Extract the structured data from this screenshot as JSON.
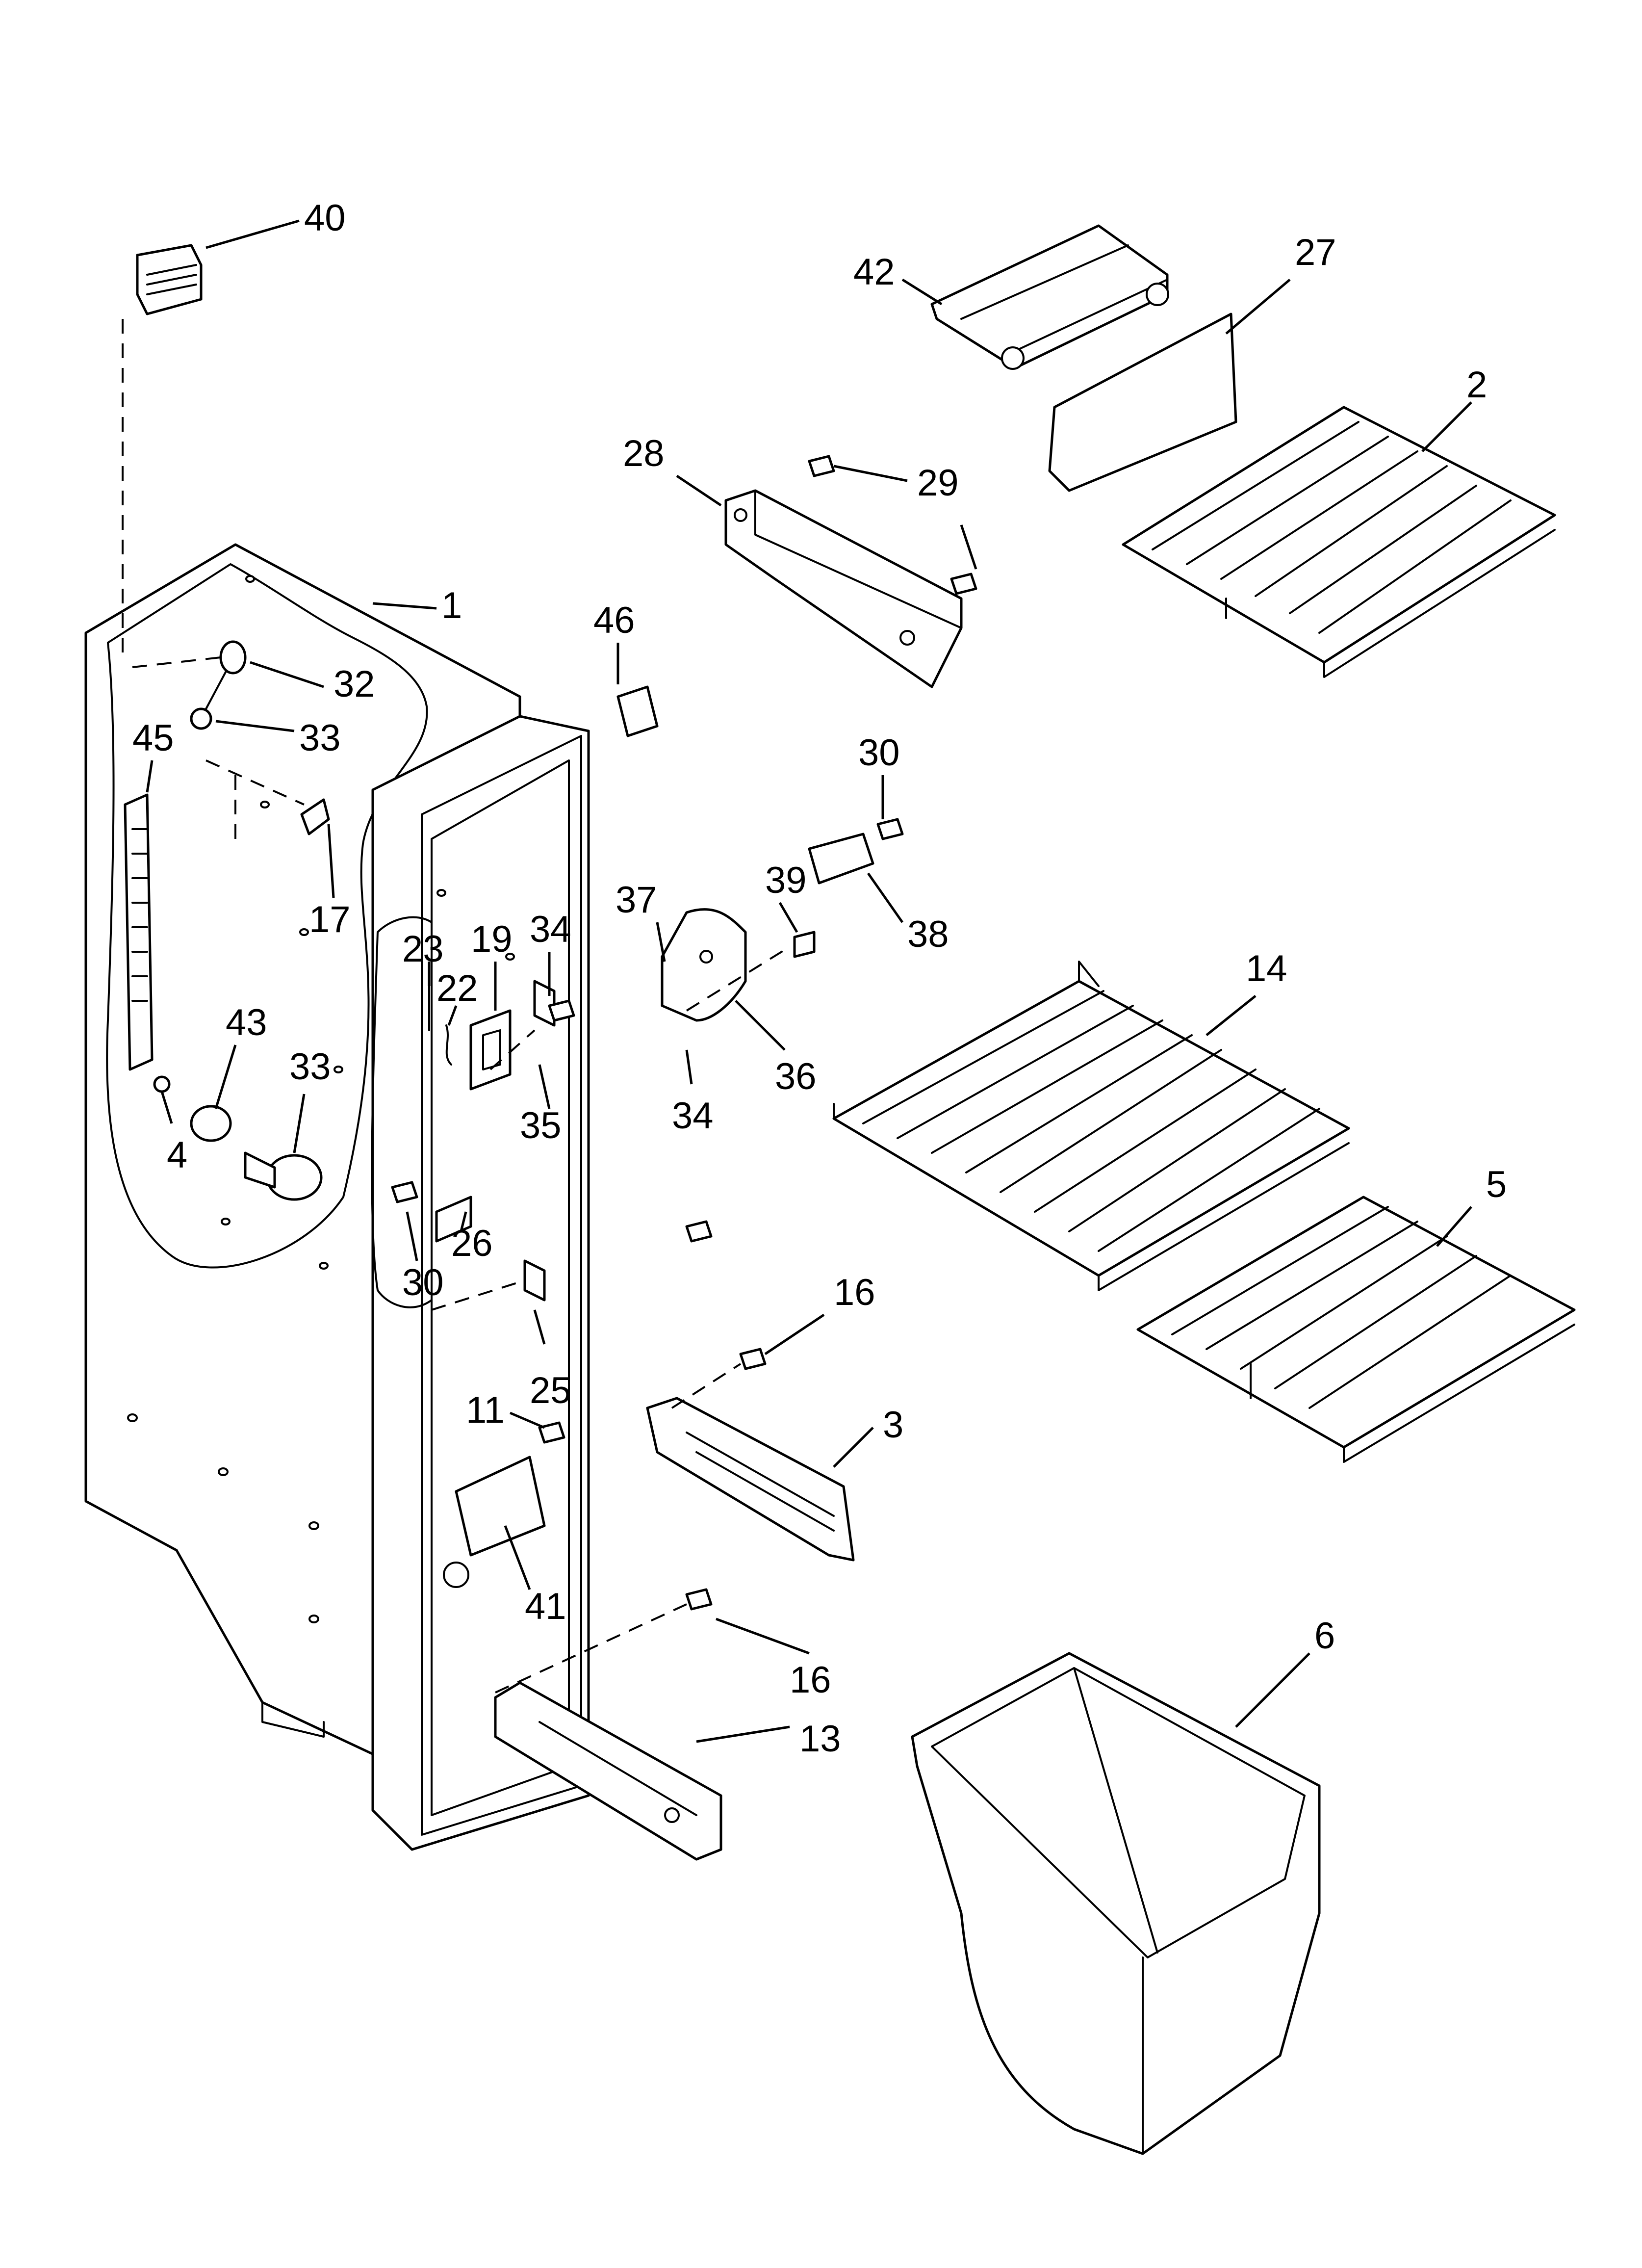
{
  "callouts": [
    {
      "id": "c40",
      "label": "40"
    },
    {
      "id": "c42",
      "label": "42"
    },
    {
      "id": "c27",
      "label": "27"
    },
    {
      "id": "c2",
      "label": "2"
    },
    {
      "id": "c28",
      "label": "28"
    },
    {
      "id": "c29",
      "label": "29"
    },
    {
      "id": "c1",
      "label": "1"
    },
    {
      "id": "c46",
      "label": "46"
    },
    {
      "id": "c32",
      "label": "32"
    },
    {
      "id": "c33a",
      "label": "33"
    },
    {
      "id": "c45",
      "label": "45"
    },
    {
      "id": "c30a",
      "label": "30"
    },
    {
      "id": "c17",
      "label": "17"
    },
    {
      "id": "c19",
      "label": "19"
    },
    {
      "id": "c34a",
      "label": "34"
    },
    {
      "id": "c23",
      "label": "23"
    },
    {
      "id": "c22",
      "label": "22"
    },
    {
      "id": "c37",
      "label": "37"
    },
    {
      "id": "c39",
      "label": "39"
    },
    {
      "id": "c38",
      "label": "38"
    },
    {
      "id": "c14",
      "label": "14"
    },
    {
      "id": "c43",
      "label": "43"
    },
    {
      "id": "c33b",
      "label": "33"
    },
    {
      "id": "c36",
      "label": "36"
    },
    {
      "id": "c34b",
      "label": "34"
    },
    {
      "id": "c35",
      "label": "35"
    },
    {
      "id": "c4",
      "label": "4"
    },
    {
      "id": "c5",
      "label": "5"
    },
    {
      "id": "c26",
      "label": "26"
    },
    {
      "id": "c30b",
      "label": "30"
    },
    {
      "id": "c16a",
      "label": "16"
    },
    {
      "id": "c25",
      "label": "25"
    },
    {
      "id": "c11",
      "label": "11"
    },
    {
      "id": "c3",
      "label": "3"
    },
    {
      "id": "c41",
      "label": "41"
    },
    {
      "id": "c6",
      "label": "6"
    },
    {
      "id": "c16b",
      "label": "16"
    },
    {
      "id": "c13",
      "label": "13"
    }
  ]
}
